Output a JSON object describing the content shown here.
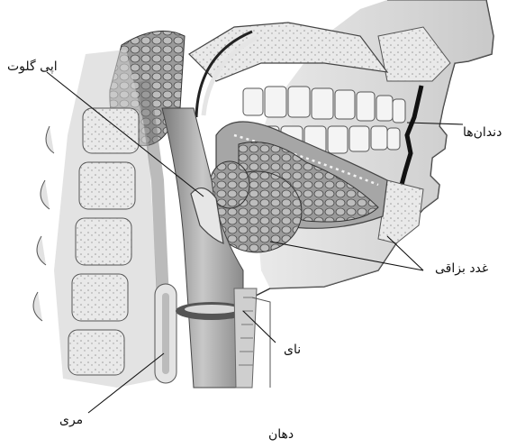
{
  "labels": {
    "epiglottis": "اپی گلوت",
    "teeth": "دندان‌ها",
    "salivary_glands": "غدد بزاقی",
    "trachea": "نای",
    "esophagus": "مری",
    "mouth": "دهان"
  },
  "colors": {
    "ink": "#111111",
    "bone": "#e8e8e8",
    "tissue": "#bdbdbd",
    "dark_tissue": "#6e6e6e",
    "gland": "#8c8c8c",
    "teeth": "#f4f4f4"
  }
}
